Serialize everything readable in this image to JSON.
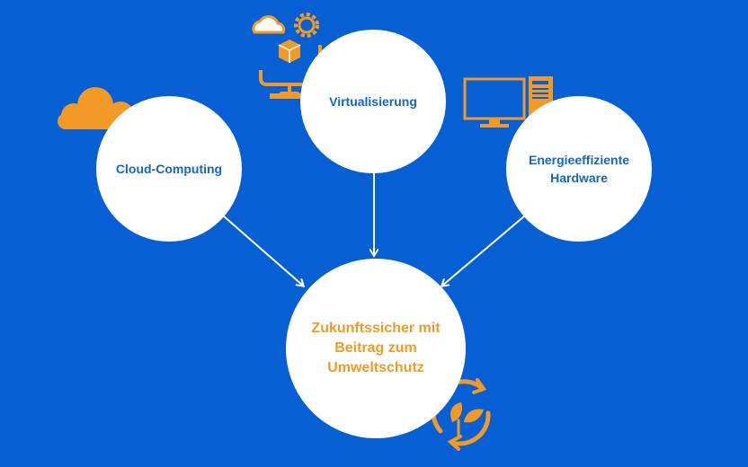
{
  "nodes": {
    "cloud": {
      "label": "Cloud-Computing"
    },
    "virtualization": {
      "label": "Virtualisierung"
    },
    "hardware": {
      "line1": "Energieeffiziente",
      "line2": "Hardware"
    },
    "goal": {
      "line1": "Zukunftssicher mit",
      "line2": "Beitrag zum",
      "line3": "Umweltschutz"
    }
  },
  "icons": {
    "cloud": "cloud-icon",
    "virtualization": "cloud-computer-gear-icon",
    "hardware": "desktop-computer-icon",
    "goal": "recycle-leaf-icon"
  },
  "colors": {
    "background": "#0660d4",
    "node_fill": "#ffffff",
    "node_text": "#1566c6",
    "accent": "#f29a25",
    "arrow": "#ffffff"
  }
}
